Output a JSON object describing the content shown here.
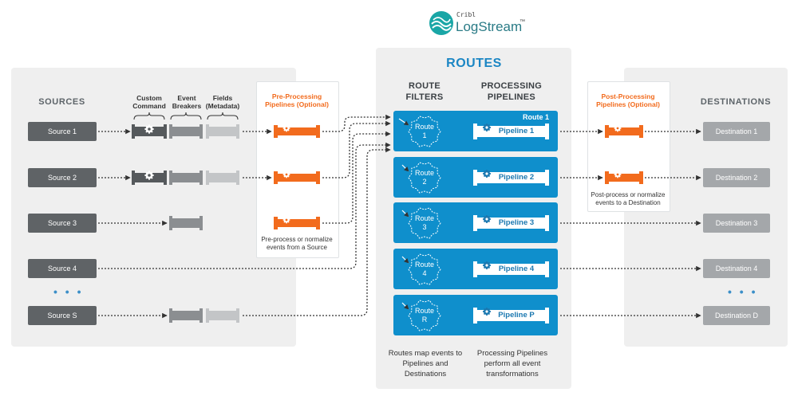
{
  "brand": {
    "small": "Cribl",
    "name": "LogStream",
    "tm": "™"
  },
  "sources": {
    "title": "SOURCES",
    "items": [
      "Source 1",
      "Source 2",
      "Source 3",
      "Source 4",
      "Source S"
    ],
    "ellipsis": "• • •",
    "col_custom_command": "Custom Command",
    "col_event_breakers": "Event Breakers",
    "col_fields": "Fields (Metadata)"
  },
  "pre_processing": {
    "title": "Pre-Processing Pipelines (Optional)",
    "caption": "Pre-process or normalize events from a Source"
  },
  "routes": {
    "title": "ROUTES",
    "filters_head": "ROUTE FILTERS",
    "pipelines_head": "PROCESSING PIPELINES",
    "route_tag": "Route 1",
    "rows": [
      {
        "route": "Route 1",
        "pipeline": "Pipeline 1"
      },
      {
        "route": "Route 2",
        "pipeline": "Pipeline 2"
      },
      {
        "route": "Route 3",
        "pipeline": "Pipeline 3"
      },
      {
        "route": "Route 4",
        "pipeline": "Pipeline 4"
      },
      {
        "route": "Route R",
        "pipeline": "Pipeline P"
      }
    ],
    "caption_left": "Routes map events to Pipelines and Destinations",
    "caption_right": "Processing Pipelines perform all event transformations"
  },
  "post_processing": {
    "title": "Post-Processing Pipelines (Optional)",
    "caption": "Post-process or normalize events to a Destination"
  },
  "destinations": {
    "title": "DESTINATIONS",
    "items": [
      "Destination 1",
      "Destination 2",
      "Destination 3",
      "Destination 4",
      "Destination D"
    ],
    "ellipsis": "• • •"
  },
  "colors": {
    "route_blue": "#0f8fcc",
    "accent_orange": "#f26b1d",
    "source_dark": "#5f6366",
    "dest_gray": "#a4a7aa",
    "panel_gray": "#efefef"
  }
}
